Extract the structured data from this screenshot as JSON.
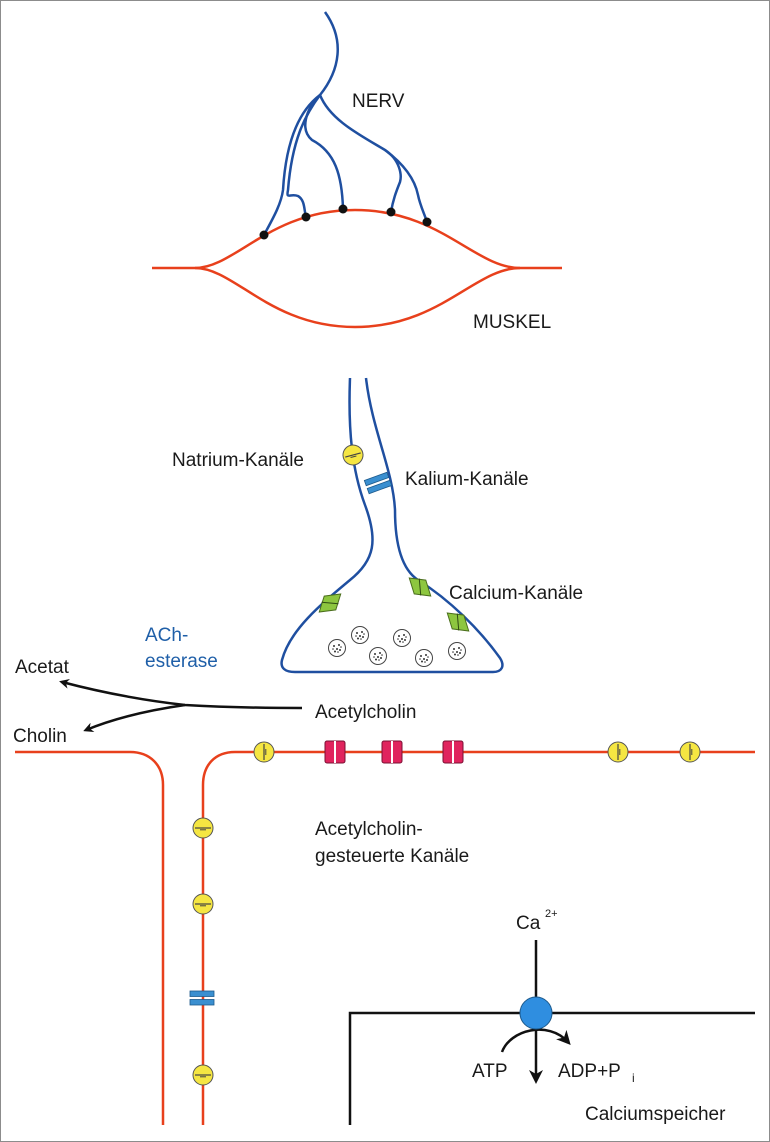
{
  "labels": {
    "nerv": "NERV",
    "muskel": "MUSKEL",
    "natrium": "Natrium-Kanäle",
    "kalium": "Kalium-Kanäle",
    "calcium": "Calcium-Kanäle",
    "ache_line1": "ACh-",
    "ache_line2": "esterase",
    "acetat": "Acetat",
    "cholin": "Cholin",
    "acetylcholin": "Acetylcholin",
    "ach_channels_line1": "Acetylcholin-",
    "ach_channels_line2": "gesteuerte Kanäle",
    "ca_base": "Ca",
    "ca_sup": "2+",
    "atp": "ATP",
    "adp": "ADP+P",
    "adp_sub": "i",
    "calciumspeicher": "Calciumspeicher"
  },
  "colors": {
    "nerve": "#1f4fa0",
    "muscle": "#e8401c",
    "sodium_channel": "#f5e642",
    "potassium_channel": "#3a8fd0",
    "calcium_channel": "#8dc63f",
    "ach_receptor": "#e0245e",
    "pump": "#2f8ee0",
    "ache_text": "#1f5fa8"
  }
}
